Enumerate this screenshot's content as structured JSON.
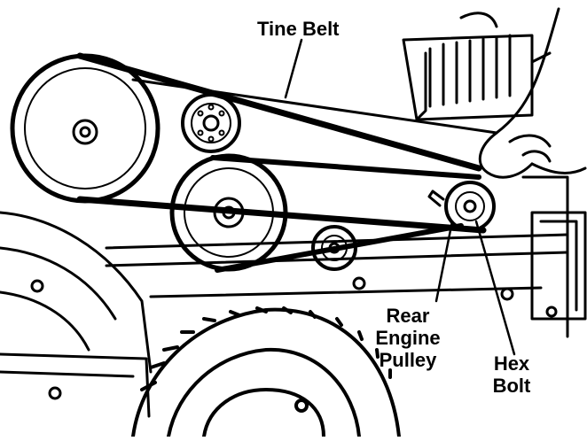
{
  "labels": {
    "tine_belt": "Tine Belt",
    "rear_engine_pulley": [
      "Rear",
      "Engine",
      "Pulley"
    ],
    "hex_bolt": [
      "Hex",
      "Bolt"
    ]
  },
  "colors": {
    "ink": "#000000",
    "paper": "#ffffff"
  }
}
